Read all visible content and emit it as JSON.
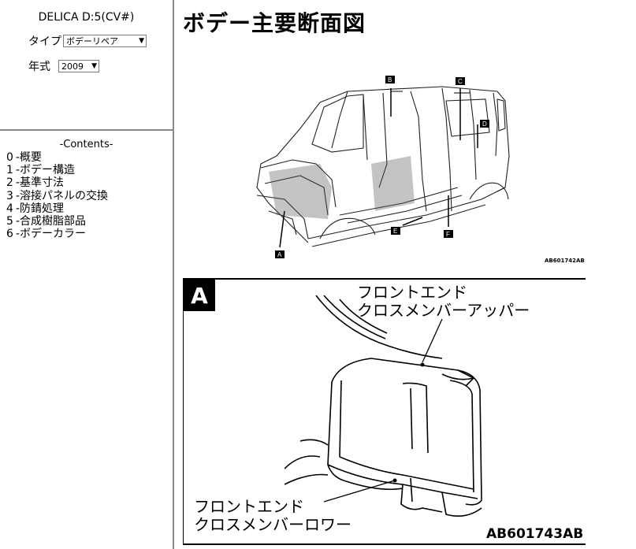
{
  "header": {
    "model": "DELICA D:5(CV#)",
    "type_label": "タイプ",
    "type_value": "ボデーリペア",
    "year_label": "年式",
    "year_value": "2009"
  },
  "contents": {
    "heading": "-Contents-",
    "items": [
      {
        "num": "0",
        "label": "-概要"
      },
      {
        "num": "1",
        "label": "-ボデー構造"
      },
      {
        "num": "2",
        "label": "-基準寸法"
      },
      {
        "num": "3",
        "label": "-溶接パネルの交換"
      },
      {
        "num": "4",
        "label": "-防錆処理"
      },
      {
        "num": "5",
        "label": "-合成樹脂部品"
      },
      {
        "num": "6",
        "label": "-ボデーカラー"
      }
    ]
  },
  "main": {
    "title": "ボデー主要断面図",
    "overview_figure_id": "AB601742AB",
    "section_markers": [
      "A",
      "B",
      "C",
      "D",
      "E",
      "F"
    ],
    "detail": {
      "tag": "A",
      "upper_label_line1": "フロントエンド",
      "upper_label_line2": "クロスメンバーアッパー",
      "lower_label_line1": "フロントエンド",
      "lower_label_line2": "クロスメンバーロワー",
      "figure_id": "AB601743AB"
    }
  }
}
